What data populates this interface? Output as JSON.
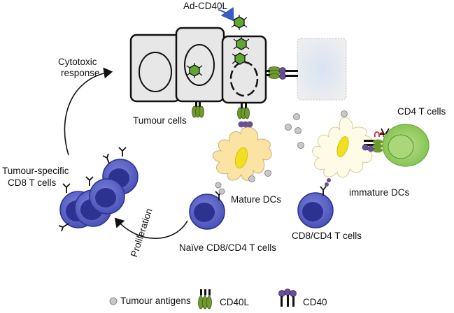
{
  "labels": {
    "ad_cd40l": "Ad-CD40L",
    "cytotoxic": "Cytotoxic",
    "response": "response",
    "tumour_cells": "Tumour cells",
    "cd4_t_cells": "CD4 T cells",
    "tumour_specific": "Tumour-specific",
    "cd8_t_cells": "CD8 T cells",
    "mature_dcs": "Mature DCs",
    "immature_dcs": "immature DCs",
    "proliferation": "Proliferation",
    "naive_t_cells": "Naïve CD8/CD4 T cells",
    "cd8_cd4_t_cells": "CD8/CD4 T cells"
  },
  "legend": {
    "antigens": "Tumour antigens",
    "cd40l": "CD40L",
    "cd40": "CD40"
  },
  "colors": {
    "tcell_blue": "#5a62c8",
    "tcell_nucleus": "#2b3290",
    "dc_yellow": "#fbe3a3",
    "dc_nucleus": "#f0e020",
    "cd4_green": "#8ecb5a",
    "cd40l_green": "#6f9a2c",
    "cd40_purple": "#6a4e96",
    "antigen_grey": "#c8c8c8",
    "virus_green": "#5fa830"
  }
}
